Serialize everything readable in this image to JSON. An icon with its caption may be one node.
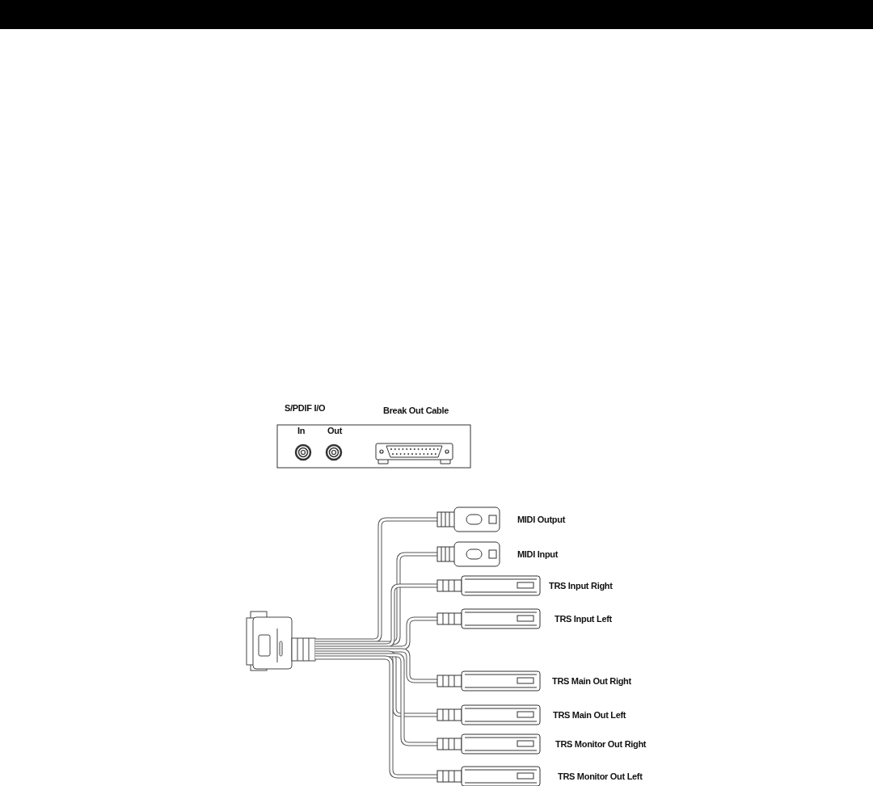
{
  "diagram": {
    "labels": [
      "S/PDIF I/O",
      "Break Out Cable",
      "In",
      "Out",
      "MIDI Output",
      "MIDI Input",
      "TRS Input Right",
      "TRS Input Left",
      "TRS Main Out Right",
      "TRS Main Out Left",
      "TRS Monitor Out Right",
      "TRS Monitor Out Left"
    ]
  }
}
